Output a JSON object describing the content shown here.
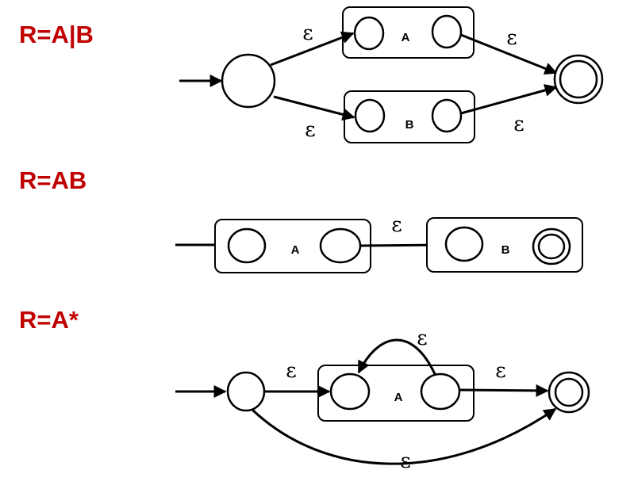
{
  "headings": {
    "union": "R=A|B",
    "concat": "R=AB",
    "star": "R=A*"
  },
  "labels": {
    "epsilon": "ε",
    "A": "A",
    "B": "B"
  },
  "colors": {
    "heading": "#c00000",
    "ink": "#000000"
  }
}
